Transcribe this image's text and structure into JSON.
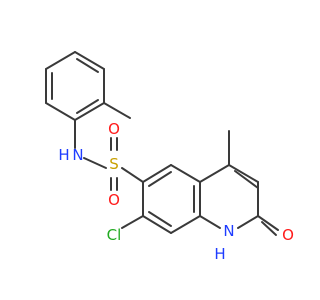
{
  "molecule": {
    "atom_labels": [
      {
        "id": "N_sulfonamide",
        "text": "N",
        "color": "#1e3cff"
      },
      {
        "id": "H_sulfonamide",
        "text": "H",
        "color": "#1e3cff"
      },
      {
        "id": "S",
        "text": "S",
        "color": "#c8a000"
      },
      {
        "id": "O_sulfonyl_top",
        "text": "O",
        "color": "#ff1a1a"
      },
      {
        "id": "O_sulfonyl_bottom",
        "text": "O",
        "color": "#ff1a1a"
      },
      {
        "id": "Cl",
        "text": "Cl",
        "color": "#22aa22"
      },
      {
        "id": "H_ring",
        "text": "H",
        "color": "#1e3cff"
      },
      {
        "id": "N_ring",
        "text": "N",
        "color": "#1e3cff"
      },
      {
        "id": "O_carbonyl",
        "text": "O",
        "color": "#ff1a1a"
      }
    ],
    "bond_color": "#3a3a3a"
  }
}
